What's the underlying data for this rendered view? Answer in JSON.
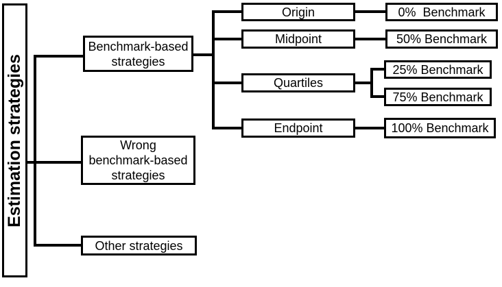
{
  "colors": {
    "foreground": "#000000",
    "background": "#ffffff"
  },
  "tree": {
    "root": {
      "label": "Estimation strategies"
    },
    "branches": [
      {
        "id": "benchmark-based-strategies",
        "lines": [
          "Benchmark-based",
          "strategies"
        ],
        "children": [
          {
            "id": "origin",
            "label": "Origin",
            "benchmark": "0%  Benchmark"
          },
          {
            "id": "midpoint",
            "label": "Midpoint",
            "benchmark": "50% Benchmark"
          },
          {
            "id": "quartiles",
            "label": "Quartiles",
            "benchmarks": [
              "25% Benchmark",
              "75% Benchmark"
            ]
          },
          {
            "id": "endpoint",
            "label": "Endpoint",
            "benchmark": "100% Benchmark"
          }
        ]
      },
      {
        "id": "wrong-benchmark-based-strategies",
        "lines": [
          "Wrong",
          "benchmark-based",
          "strategies"
        ]
      },
      {
        "id": "other-strategies",
        "label": "Other strategies"
      }
    ]
  }
}
